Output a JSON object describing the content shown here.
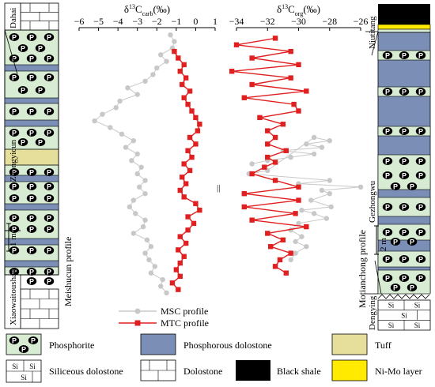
{
  "chart_data": [
    {
      "type": "line",
      "title_main": "δ",
      "title_sup": "13",
      "title_base": "C",
      "title_sub": "carb",
      "title_unit": "(‰)",
      "xlim": [
        -6,
        1
      ],
      "xticks": [
        "−6",
        "−5",
        "−4",
        "−3",
        "−2",
        "−1",
        "0",
        "1"
      ],
      "series": [
        {
          "name": "MSC profile",
          "color": "#c8c8c8",
          "marker": "circle",
          "points": [
            [
              -1.3,
              0.2
            ],
            [
              -1.1,
              0.6
            ],
            [
              -1.2,
              1.0
            ],
            [
              -1.8,
              1.4
            ],
            [
              -1.5,
              1.8
            ],
            [
              -2.0,
              2.2
            ],
            [
              -2.2,
              2.6
            ],
            [
              -2.6,
              3.0
            ],
            [
              -3.5,
              3.4
            ],
            [
              -3.0,
              3.8
            ],
            [
              -3.9,
              4.2
            ],
            [
              -4.1,
              4.6
            ],
            [
              -4.8,
              5.0
            ],
            [
              -5.2,
              5.4
            ],
            [
              -4.4,
              5.8
            ],
            [
              -3.8,
              6.2
            ],
            [
              -3.2,
              6.6
            ],
            [
              -3.6,
              7.0
            ],
            [
              -3.0,
              7.4
            ],
            [
              -3.3,
              7.8
            ],
            [
              -2.8,
              8.2
            ],
            [
              -3.0,
              8.6
            ],
            [
              -2.6,
              9.0
            ],
            [
              -2.9,
              9.4
            ],
            [
              -2.6,
              9.8
            ],
            [
              -3.2,
              10.2
            ],
            [
              -3.4,
              10.6
            ],
            [
              -3.1,
              11.0
            ],
            [
              -2.6,
              11.4
            ],
            [
              -2.7,
              11.8
            ],
            [
              -3.2,
              12.2
            ],
            [
              -2.5,
              12.6
            ],
            [
              -2.3,
              13.0
            ],
            [
              -2.6,
              13.4
            ],
            [
              -2.4,
              13.8
            ],
            [
              -2.1,
              14.2
            ],
            [
              -2.3,
              14.6
            ],
            [
              -1.7,
              15.0
            ],
            [
              -1.8,
              15.4
            ],
            [
              -1.5,
              15.8
            ]
          ]
        },
        {
          "name": "MTC profile",
          "color": "#e02020",
          "marker": "square",
          "points": [
            [
              -1.1,
              1.2
            ],
            [
              -0.9,
              1.6
            ],
            [
              -0.6,
              2.0
            ],
            [
              -0.8,
              2.4
            ],
            [
              -0.5,
              2.8
            ],
            [
              -0.7,
              3.2
            ],
            [
              -0.3,
              3.6
            ],
            [
              -0.6,
              4.0
            ],
            [
              -0.4,
              4.4
            ],
            [
              -0.2,
              4.8
            ],
            [
              0.0,
              5.2
            ],
            [
              0.2,
              5.6
            ],
            [
              0.1,
              6.0
            ],
            [
              -0.3,
              6.4
            ],
            [
              0.0,
              6.8
            ],
            [
              -0.4,
              7.2
            ],
            [
              -0.2,
              7.6
            ],
            [
              -0.6,
              8.0
            ],
            [
              -0.3,
              8.4
            ],
            [
              -0.7,
              8.8
            ],
            [
              -0.5,
              9.2
            ],
            [
              -0.8,
              9.6
            ],
            [
              -0.6,
              10.0
            ],
            [
              0.0,
              10.4
            ],
            [
              0.2,
              10.8
            ],
            [
              -0.4,
              11.2
            ],
            [
              -0.1,
              11.6
            ],
            [
              -0.4,
              12.0
            ],
            [
              -0.8,
              12.4
            ],
            [
              -0.5,
              12.8
            ],
            [
              -0.9,
              13.2
            ],
            [
              -0.6,
              13.6
            ],
            [
              -0.8,
              14.0
            ],
            [
              -1.0,
              14.4
            ],
            [
              -0.8,
              14.8
            ],
            [
              -1.2,
              15.2
            ],
            [
              -0.9,
              15.6
            ]
          ]
        }
      ]
    },
    {
      "type": "line",
      "title_main": "δ",
      "title_sup": "13",
      "title_base": "C",
      "title_sub": "org",
      "title_unit": "(‰)",
      "xlim": [
        -34,
        -26
      ],
      "xticks": [
        "−34",
        "−32",
        "−30",
        "−28",
        "−26"
      ],
      "series": [
        {
          "name": "MSC profile",
          "color": "#c8c8c8",
          "marker": "circle",
          "points": [
            [
              -33.0,
              8.0
            ],
            [
              -32.0,
              7.8
            ],
            [
              -30.5,
              7.6
            ],
            [
              -29.0,
              7.4
            ],
            [
              -31.0,
              7.2
            ],
            [
              -28.5,
              7.0
            ],
            [
              -29.5,
              6.8
            ],
            [
              -28.0,
              6.6
            ],
            [
              -29.0,
              6.4
            ],
            [
              -32.0,
              8.4
            ],
            [
              -33.2,
              8.6
            ],
            [
              -28.0,
              9.0
            ],
            [
              -30.0,
              9.2
            ],
            [
              -26.0,
              9.4
            ],
            [
              -28.5,
              9.6
            ],
            [
              -28.0,
              9.8
            ],
            [
              -29.2,
              10.2
            ],
            [
              -27.9,
              10.6
            ],
            [
              -29.8,
              10.8
            ],
            [
              -29.0,
              11.0
            ],
            [
              -28.2,
              11.3
            ],
            [
              -30.0,
              11.6
            ],
            [
              -30.5,
              12.0
            ],
            [
              -29.8,
              12.4
            ],
            [
              -30.2,
              12.7
            ],
            [
              -29.5,
              13.0
            ],
            [
              -30.2,
              13.4
            ],
            [
              -30.5,
              13.8
            ]
          ]
        },
        {
          "name": "MTC profile",
          "color": "#e02020",
          "marker": "square",
          "points": [
            [
              -31.5,
              0.4
            ],
            [
              -34.0,
              0.8
            ],
            [
              -30.5,
              1.2
            ],
            [
              -33.0,
              1.6
            ],
            [
              -30.0,
              2.0
            ],
            [
              -34.3,
              2.4
            ],
            [
              -30.5,
              2.8
            ],
            [
              -33.0,
              3.2
            ],
            [
              -29.5,
              3.6
            ],
            [
              -33.5,
              4.0
            ],
            [
              -30.3,
              4.4
            ],
            [
              -30.0,
              4.8
            ],
            [
              -32.5,
              5.2
            ],
            [
              -31.0,
              5.6
            ],
            [
              -32.0,
              6.0
            ],
            [
              -31.5,
              6.4
            ],
            [
              -32.0,
              6.8
            ],
            [
              -30.8,
              7.2
            ],
            [
              -32.0,
              7.6
            ],
            [
              -31.5,
              7.9
            ],
            [
              -32.2,
              8.2
            ],
            [
              -33.0,
              8.6
            ],
            [
              -31.5,
              9.0
            ],
            [
              -30.0,
              9.4
            ],
            [
              -33.5,
              9.8
            ],
            [
              -30.0,
              10.2
            ],
            [
              -33.5,
              10.6
            ],
            [
              -30.2,
              11.0
            ],
            [
              -33.0,
              11.4
            ],
            [
              -29.5,
              11.8
            ],
            [
              -32.0,
              12.2
            ],
            [
              -31.0,
              12.6
            ],
            [
              -31.8,
              13.0
            ],
            [
              -30.5,
              13.4
            ],
            [
              -31.2,
              13.8
            ],
            [
              -31.5,
              14.2
            ],
            [
              -30.8,
              14.6
            ]
          ]
        }
      ]
    }
  ],
  "separator_symbol": "||",
  "legend": {
    "series": [
      {
        "name": "MSC profile",
        "color": "#c8c8c8",
        "marker": "circle"
      },
      {
        "name": "MTC profile",
        "color": "#e02020",
        "marker": "square"
      }
    ]
  },
  "columns": {
    "left": {
      "profile_label": "Meishucun profile",
      "formations": [
        "Dahai",
        "Zhongyicun",
        "Xiaowaitoushan"
      ],
      "scale_label": "1 m"
    },
    "right": {
      "profile_label": "Motianchong profile",
      "formations": [
        "Niutitang",
        "Gezhongwu",
        "Dengying"
      ],
      "scale_label": "2 m"
    }
  },
  "lithology": {
    "phosphorite": {
      "label": "Phosphorite",
      "glyph": "P",
      "color": "#d7ecd2"
    },
    "phosphorous_dolostone": {
      "label": "Phosphorous dolostone",
      "color": "#7b8fb6"
    },
    "tuff": {
      "label": "Tuff",
      "color": "#e6df9b"
    },
    "siliceous_dolostone": {
      "label": "Siliceous dolostone",
      "glyph": "Si"
    },
    "dolostone": {
      "label": "Dolostone"
    },
    "black_shale": {
      "label": "Black shale",
      "color": "#000000"
    },
    "nimo_layer": {
      "label": "Ni-Mo layer",
      "color": "#ffea00"
    }
  }
}
